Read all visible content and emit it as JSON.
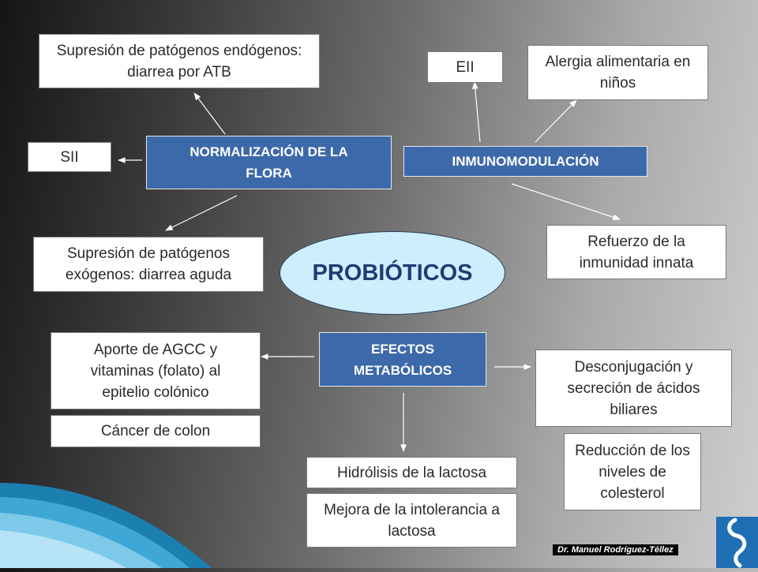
{
  "center": "PROBIÓTICOS",
  "hubs": {
    "flora": "NORMALIZACIÓN DE LA FLORA",
    "inmuno": "INMUNOMODULACIÓN",
    "metabolic": "EFECTOS METABÓLICOS"
  },
  "boxes": {
    "endogenos": "Supresión de patógenos endógenos: diarrea por ATB",
    "sii": "SII",
    "exogenos": "Supresión de patógenos exógenos: diarrea aguda",
    "eii": "EII",
    "alergia": "Alergia alimentaria en niños",
    "refuerzo": "Refuerzo de la inmunidad innata",
    "agcc": "Aporte de AGCC y vitaminas (folato) al epitelio colónico",
    "cancer": "Cáncer de colon",
    "desconjugacion": "Desconjugación y secreción de ácidos biliares",
    "colesterol": "Reducción de los niveles de colesterol",
    "hidrolisis": "Hidrólisis de la lactosa",
    "mejora": "Mejora de la intolerancia a lactosa"
  },
  "author": "Dr. Manuel Rodríguez-Téllez",
  "colors": {
    "hub": "#3c69aa",
    "center_fill": "#cdeefd",
    "center_text": "#1f3c72",
    "logo": "#1f6fb4"
  }
}
